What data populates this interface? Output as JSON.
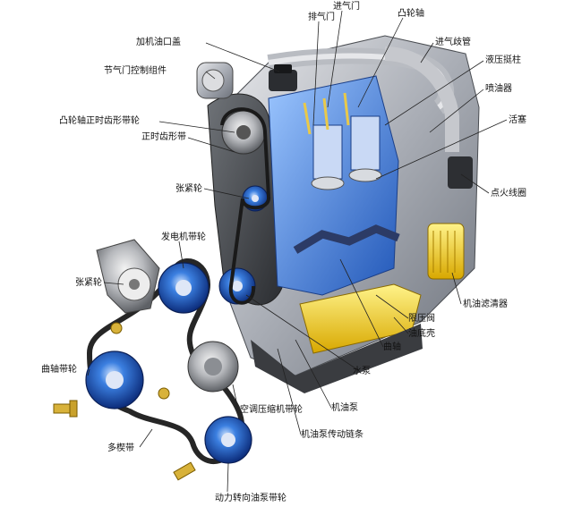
{
  "labels": {
    "exhaust_manifold": "排气门",
    "intake_valve": "进气门",
    "camshaft": "凸轮轴",
    "intake_manifold": "进气歧管",
    "oil_filler_cap": "加机油口盖",
    "throttle_body": "节气门控制组件",
    "lifter": "液压挺柱",
    "injector": "喷油器",
    "piston": "活塞",
    "cam_timing_pulley": "凸轮轴正时齿形带轮",
    "timing_belt": "正时齿形带",
    "ignition_coil": "点火线圈",
    "tensioner_upper": "张紧轮",
    "alternator_pulley": "发电机带轮",
    "tensioner_lower": "张紧轮",
    "oil_filter": "机油滤清器",
    "relief_valve": "限压阀",
    "oil_pan": "油底壳",
    "crankshaft": "曲轴",
    "crank_pulley": "曲轴带轮",
    "water_pump": "水泵",
    "ac_compressor_pulley": "空调压缩机带轮",
    "oil_pump": "机油泵",
    "oil_pump_chain": "机油泵传动链条",
    "v_ribbed_belt": "多楔带",
    "power_steering_pulley": "动力转向油泵带轮"
  }
}
